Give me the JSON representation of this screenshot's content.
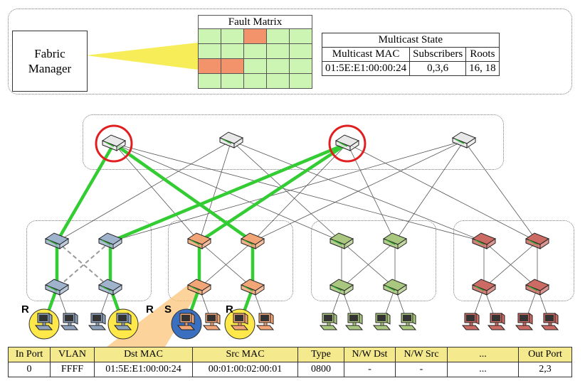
{
  "fabric_manager": {
    "line1": "Fabric",
    "line2": "Manager"
  },
  "fault_matrix": {
    "title": "Fault Matrix",
    "cells": [
      [
        "g",
        "g",
        "o",
        "g",
        "g"
      ],
      [
        "g",
        "g",
        "g",
        "g",
        "g"
      ],
      [
        "o",
        "o",
        "g",
        "g",
        "g"
      ],
      [
        "g",
        "g",
        "g",
        "g",
        "g"
      ]
    ]
  },
  "multicast_state": {
    "title": "Multicast State",
    "headers": [
      "Multicast MAC",
      "Subscribers",
      "Roots"
    ],
    "row": [
      "01:5E:E1:00:00:24",
      "0,3,6",
      "16, 18"
    ]
  },
  "host_labels": {
    "r1": "R",
    "r2": "R",
    "s": "S",
    "r3": "R"
  },
  "flow_table": {
    "headers": [
      "In Port",
      "VLAN",
      "Dst MAC",
      "Src MAC",
      "Type",
      "N/W Dst",
      "N/W Src",
      "...",
      "Out Port"
    ],
    "row": [
      "0",
      "FFFF",
      "01:5E:E1:00:00:24",
      "00:01:00:02:00:01",
      "0800",
      "-",
      "-",
      "...",
      "2,3"
    ]
  },
  "colors": {
    "multicast_link": "#33cc33",
    "fault_ok": "#ccf5b3",
    "fault_bad": "#f2936b",
    "pod1": "#9fb3cc",
    "pod2": "#f2a577",
    "pod3": "#a9c77e",
    "pod4": "#cc6b63",
    "core": "#e8e8e8",
    "receiver_circle": "#ffe94a",
    "sender_circle": "#3b6fbf",
    "table_header": "#f5e98d"
  }
}
